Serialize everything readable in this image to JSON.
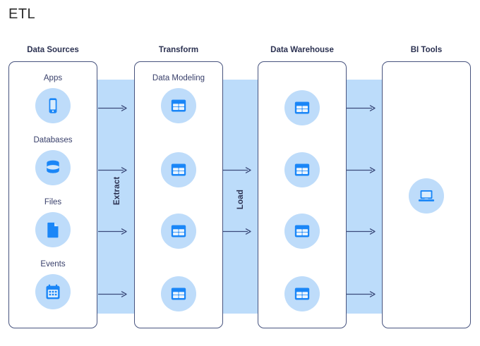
{
  "title": "ETL",
  "colors": {
    "band": "#bcdcfa",
    "box_border": "#47537e",
    "icon_circle": "#bedcfa",
    "icon_glyph": "#1a86f7",
    "text": "#2c3252",
    "arrow": "#3b4a7a"
  },
  "columns": [
    {
      "id": "data-sources",
      "title": "Data Sources",
      "nodes": [
        {
          "label": "Apps",
          "icon": "mobile-phone-icon"
        },
        {
          "label": "Databases",
          "icon": "database-icon"
        },
        {
          "label": "Files",
          "icon": "file-document-icon"
        },
        {
          "label": "Events",
          "icon": "calendar-icon"
        }
      ]
    },
    {
      "id": "transform",
      "title": "Transform",
      "nodes": [
        {
          "label": "Data Modeling",
          "icon": "table-grid-icon"
        },
        {
          "label": "",
          "icon": "table-grid-icon"
        },
        {
          "label": "",
          "icon": "table-grid-icon"
        },
        {
          "label": "",
          "icon": "table-grid-icon"
        }
      ]
    },
    {
      "id": "data-warehouse",
      "title": "Data Warehouse",
      "nodes": [
        {
          "label": "",
          "icon": "table-grid-icon"
        },
        {
          "label": "",
          "icon": "table-grid-icon"
        },
        {
          "label": "",
          "icon": "table-grid-icon"
        },
        {
          "label": "",
          "icon": "table-grid-icon"
        }
      ]
    },
    {
      "id": "bi-tools",
      "title": "BI Tools",
      "nodes": [
        {
          "label": "",
          "icon": "laptop-icon"
        }
      ]
    }
  ],
  "bands": [
    {
      "id": "extract",
      "label": "Extract",
      "arrows": 4
    },
    {
      "id": "load",
      "label": "Load",
      "arrows": 2
    },
    {
      "id": "deliver",
      "label": "",
      "arrows": 4
    }
  ]
}
